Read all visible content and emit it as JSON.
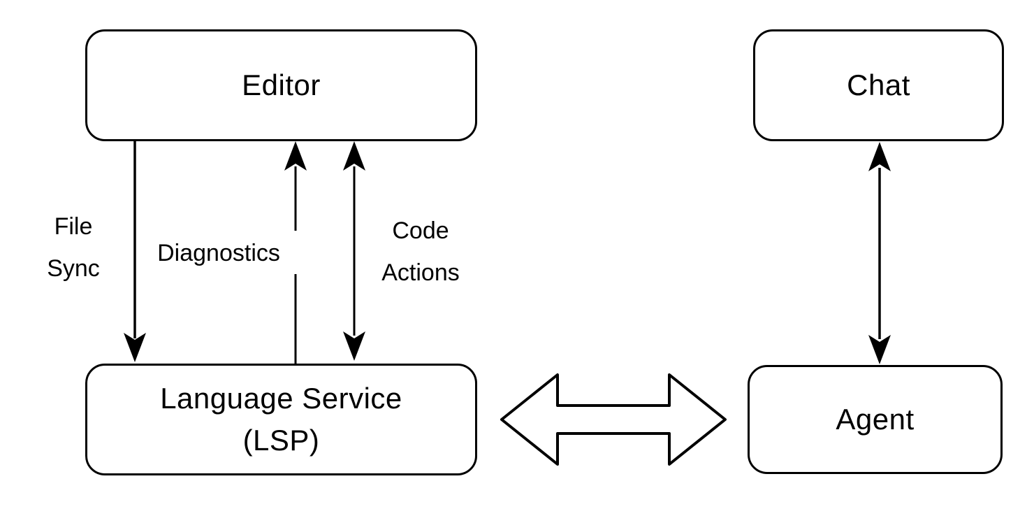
{
  "diagram": {
    "colors": {
      "background": "#ffffff",
      "stroke": "#000000",
      "text": "#000000"
    },
    "nodes": {
      "editor": {
        "label": "Editor"
      },
      "chat": {
        "label": "Chat"
      },
      "lsp": {
        "line1": "Language Service",
        "line2": "(LSP)"
      },
      "agent": {
        "label": "Agent"
      }
    },
    "edge_labels": {
      "file_sync": {
        "line1": "File",
        "line2": "Sync"
      },
      "diagnostics": {
        "label": "Diagnostics"
      },
      "code_actions": {
        "line1": "Code",
        "line2": "Actions"
      }
    },
    "edges": [
      {
        "id": "file-sync",
        "from": "Editor",
        "to": "Language Service (LSP)",
        "arrow": "down"
      },
      {
        "id": "diagnostics",
        "from": "Language Service (LSP)",
        "to": "Editor",
        "arrow": "up"
      },
      {
        "id": "code-actions",
        "from": "Editor",
        "to": "Language Service (LSP)",
        "arrow": "both"
      },
      {
        "id": "chat-agent",
        "from": "Chat",
        "to": "Agent",
        "arrow": "both"
      },
      {
        "id": "lsp-agent",
        "from": "Language Service (LSP)",
        "to": "Agent",
        "arrow": "both",
        "style": "hollow-block"
      }
    ]
  }
}
